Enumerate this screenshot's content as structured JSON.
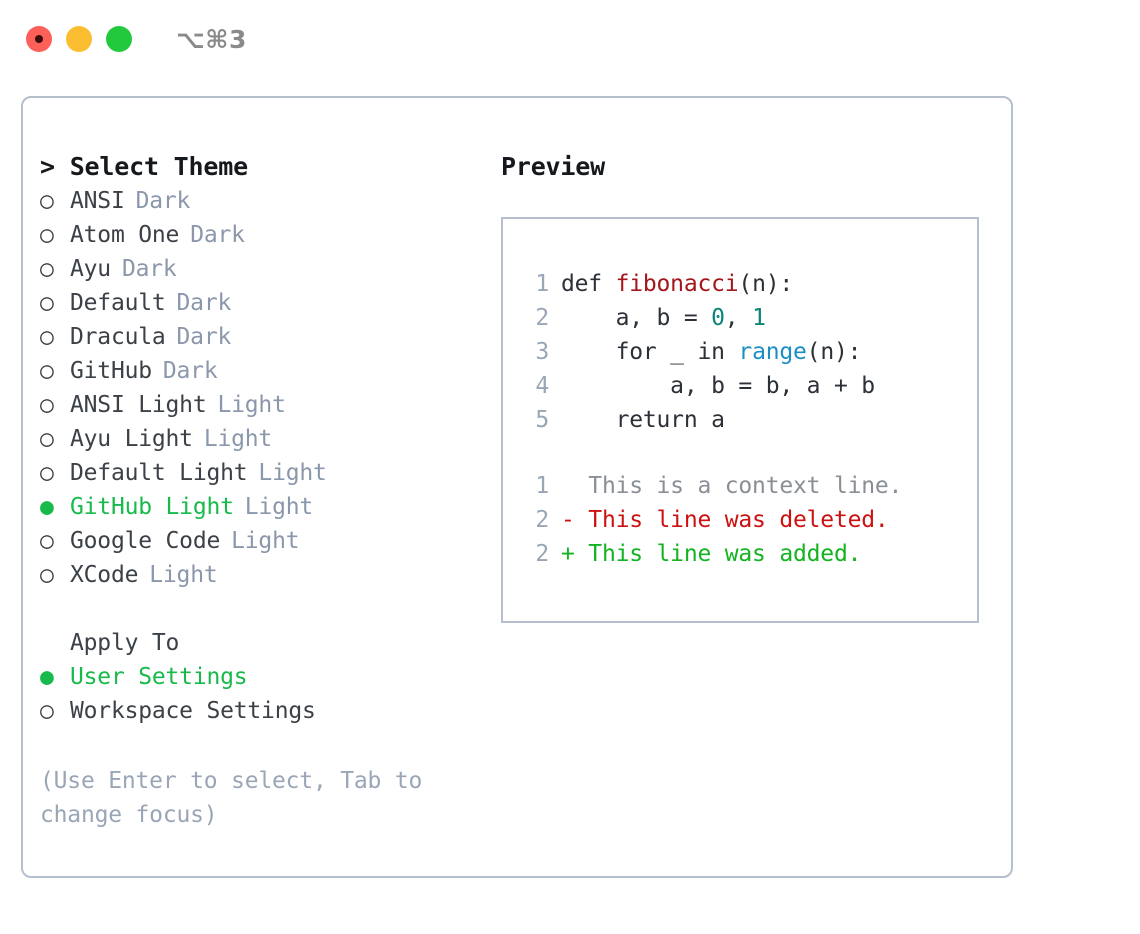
{
  "titlebar": {
    "shortcut": "⌥⌘3",
    "buttons": [
      {
        "name": "close",
        "color": "#fc6058"
      },
      {
        "name": "minimize",
        "color": "#fbbe31"
      },
      {
        "name": "maximize",
        "color": "#22c93d"
      }
    ]
  },
  "theme_panel": {
    "heading": "> Select Theme",
    "items": [
      {
        "marker": "○",
        "label": "ANSI",
        "tag": "Dark",
        "selected": false
      },
      {
        "marker": "○",
        "label": "Atom One",
        "tag": "Dark",
        "selected": false
      },
      {
        "marker": "○",
        "label": "Ayu",
        "tag": "Dark",
        "selected": false
      },
      {
        "marker": "○",
        "label": "Default",
        "tag": "Dark",
        "selected": false
      },
      {
        "marker": "○",
        "label": "Dracula",
        "tag": "Dark",
        "selected": false
      },
      {
        "marker": "○",
        "label": "GitHub",
        "tag": "Dark",
        "selected": false
      },
      {
        "marker": "○",
        "label": "ANSI Light",
        "tag": "Light",
        "selected": false
      },
      {
        "marker": "○",
        "label": "Ayu Light",
        "tag": "Light",
        "selected": false
      },
      {
        "marker": "○",
        "label": "Default Light",
        "tag": "Light",
        "selected": false
      },
      {
        "marker": "●",
        "label": "GitHub Light",
        "tag": "Light",
        "selected": true
      },
      {
        "marker": "○",
        "label": "Google Code",
        "tag": "Light",
        "selected": false
      },
      {
        "marker": "○",
        "label": "XCode",
        "tag": "Light",
        "selected": false
      }
    ]
  },
  "apply_to": {
    "heading": "Apply To",
    "items": [
      {
        "marker": "●",
        "label": "User Settings",
        "selected": true
      },
      {
        "marker": "○",
        "label": "Workspace Settings",
        "selected": false
      }
    ]
  },
  "hint": "(Use Enter to select, Tab to change focus)",
  "preview": {
    "heading": "Preview",
    "code_lines": [
      {
        "n": "1",
        "segments": [
          {
            "text": "def ",
            "style": "plain"
          },
          {
            "text": "fibonacci",
            "style": "fn"
          },
          {
            "text": "(n):",
            "style": "plain"
          }
        ]
      },
      {
        "n": "2",
        "segments": [
          {
            "text": "    a, b = ",
            "style": "plain"
          },
          {
            "text": "0",
            "style": "num"
          },
          {
            "text": ", ",
            "style": "plain"
          },
          {
            "text": "1",
            "style": "num"
          }
        ]
      },
      {
        "n": "3",
        "segments": [
          {
            "text": "    for _ in ",
            "style": "plain"
          },
          {
            "text": "range",
            "style": "call"
          },
          {
            "text": "(n):",
            "style": "plain"
          }
        ]
      },
      {
        "n": "4",
        "segments": [
          {
            "text": "        a, b = b, a + b",
            "style": "plain"
          }
        ]
      },
      {
        "n": "5",
        "segments": [
          {
            "text": "    return a",
            "style": "plain"
          }
        ]
      }
    ],
    "diff_lines": [
      {
        "n": "1",
        "text": "  This is a context line.",
        "kind": "ctx"
      },
      {
        "n": "2",
        "text": "- This line was deleted.",
        "kind": "del"
      },
      {
        "n": "2",
        "text": "+ This line was added.",
        "kind": "add"
      }
    ]
  },
  "colors": {
    "accent_green": "#18ba4b",
    "tag_muted": "#8b97ab",
    "border": "#b6bfcc",
    "syntax_function": "#a3161c",
    "syntax_number": "#0b8577",
    "syntax_call": "#1b8ec4",
    "diff_deleted": "#cc1111",
    "diff_added": "#14b321",
    "diff_context": "#8a8f96"
  }
}
